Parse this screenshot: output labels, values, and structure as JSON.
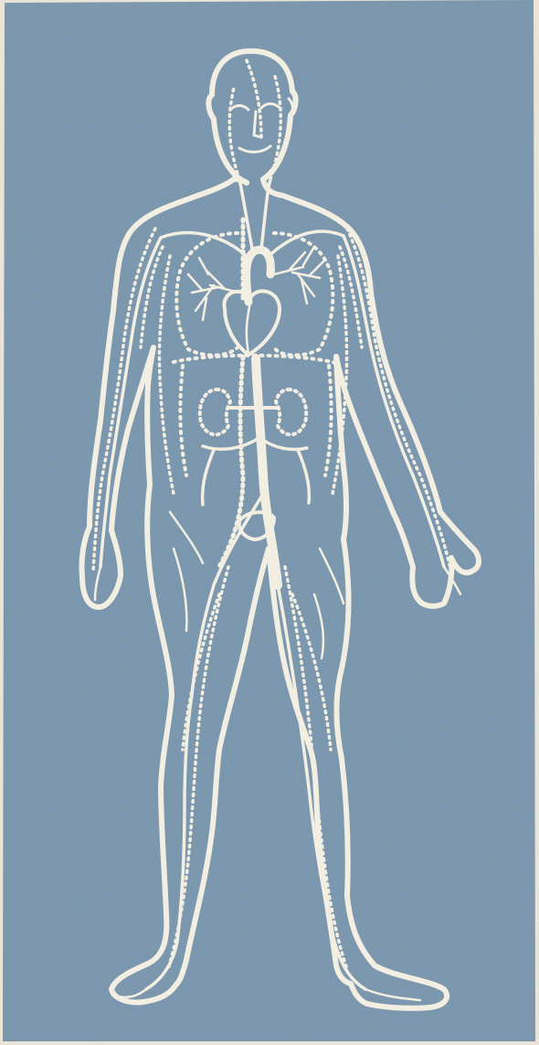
{
  "illustration": {
    "subject": "human-circulatory-system",
    "colors": {
      "panel": "#7996ad",
      "panel_shadow": "#6f8ca4",
      "paper": "#e9e4d6",
      "line": "#f2eee2"
    },
    "parts": [
      "head",
      "neck",
      "torso",
      "left-arm",
      "right-arm",
      "left-leg",
      "right-leg",
      "heart",
      "aorta",
      "lungs",
      "diaphragm",
      "kidneys",
      "bladder",
      "arteries",
      "veins"
    ]
  }
}
